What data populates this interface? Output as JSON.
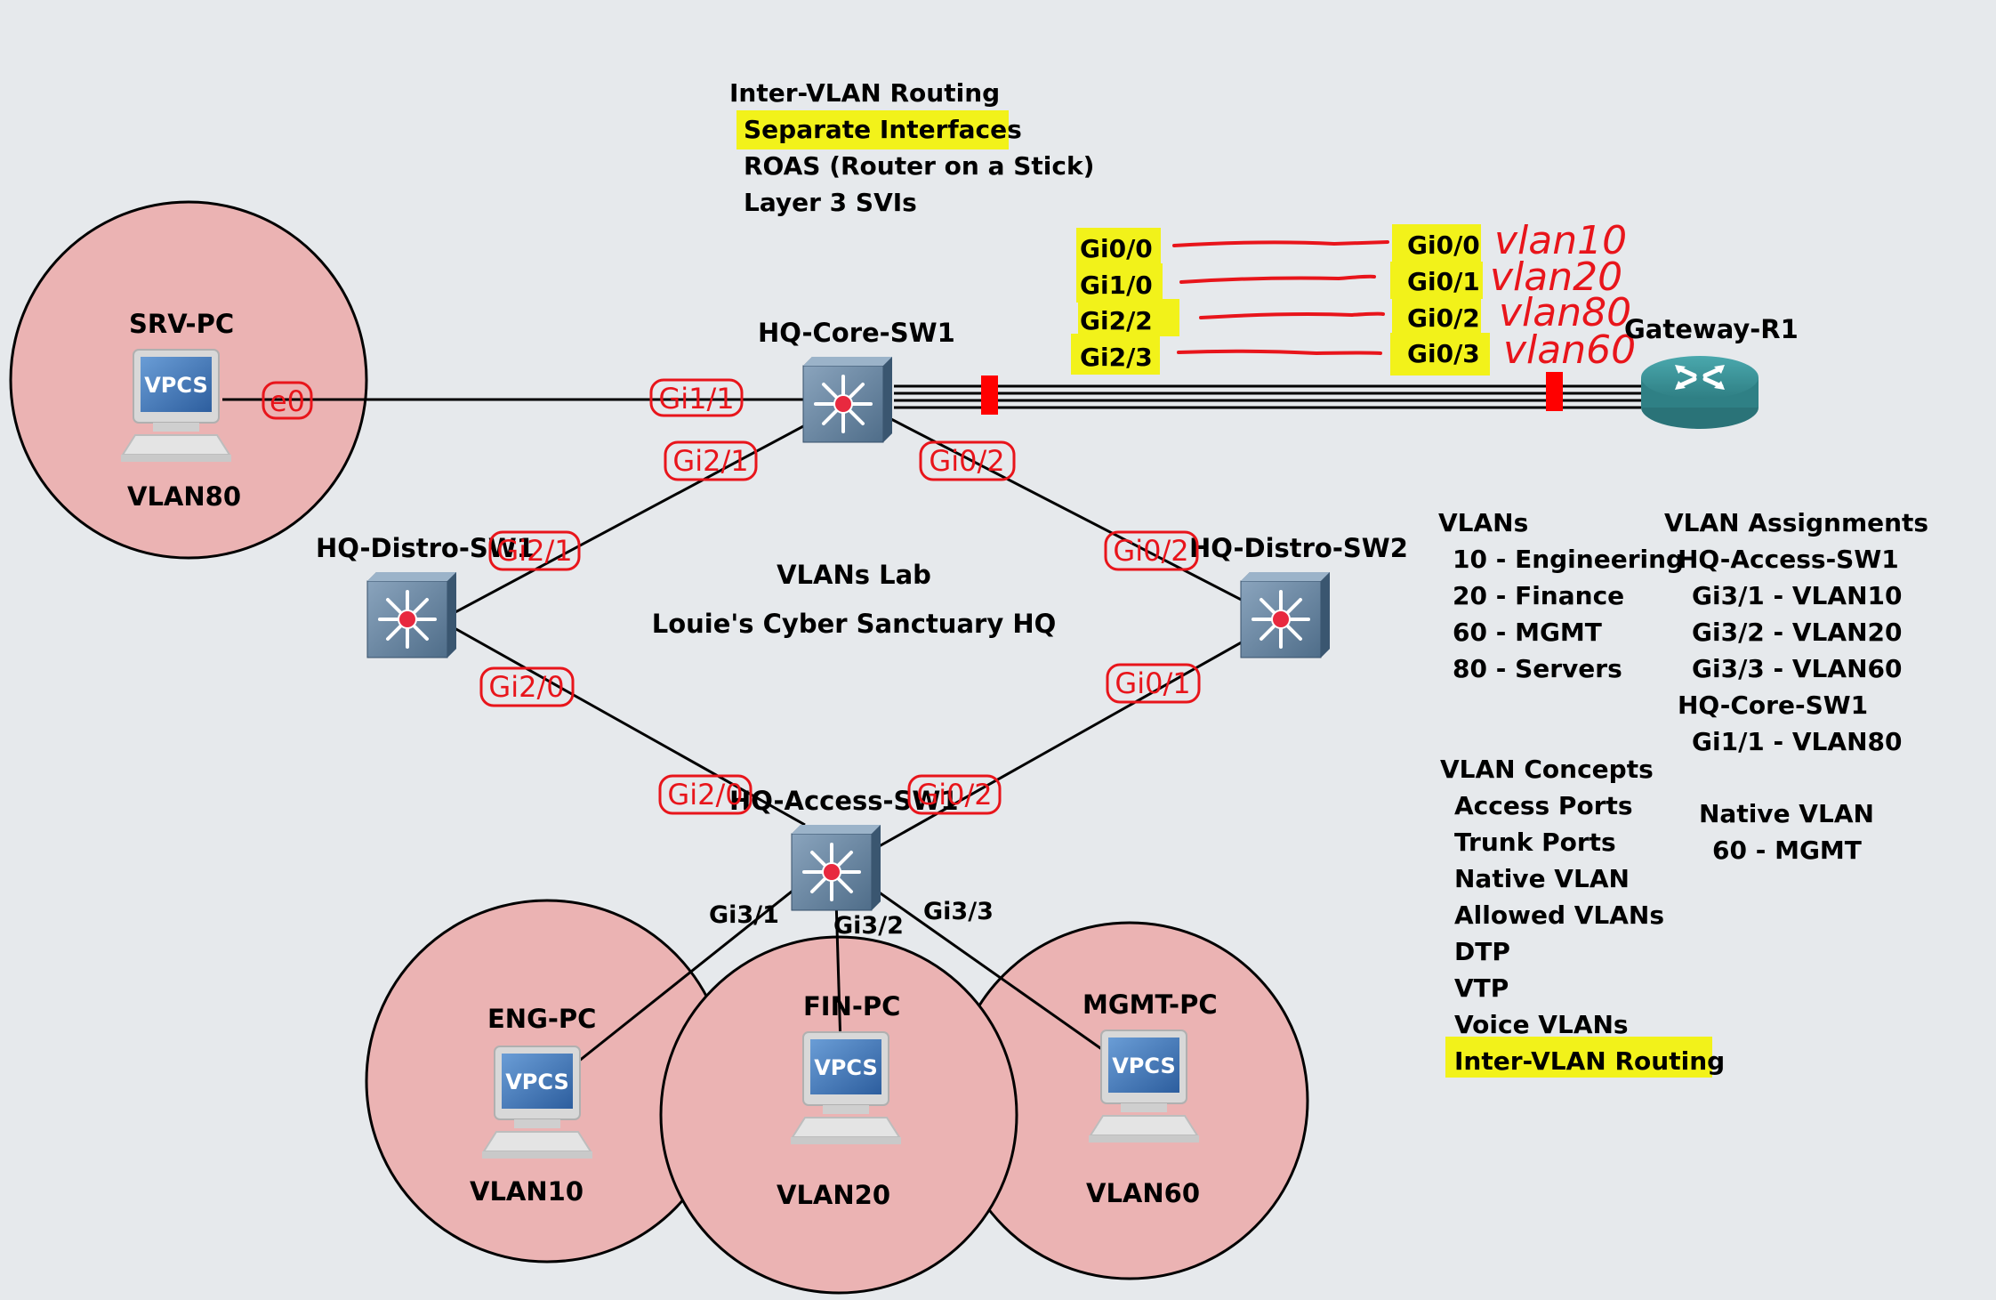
{
  "header": {
    "title": "Inter-VLAN Routing",
    "options": [
      "Separate Interfaces",
      "ROAS (Router on a Stick)",
      "Layer 3 SVIs"
    ],
    "highlighted_option_index": 0
  },
  "lab": {
    "title": "VLANs Lab",
    "subtitle": "Louie's Cyber Sanctuary HQ"
  },
  "devices": {
    "srv_pc": {
      "name": "SRV-PC",
      "vlan": "VLAN80",
      "badge": "VPCS"
    },
    "eng_pc": {
      "name": "ENG-PC",
      "vlan": "VLAN10",
      "badge": "VPCS"
    },
    "fin_pc": {
      "name": "FIN-PC",
      "vlan": "VLAN20",
      "badge": "VPCS"
    },
    "mgmt_pc": {
      "name": "MGMT-PC",
      "vlan": "VLAN60",
      "badge": "VPCS"
    },
    "core_sw": {
      "name": "HQ-Core-SW1"
    },
    "distro_sw1": {
      "name": "HQ-Distro-SW1"
    },
    "distro_sw2": {
      "name": "HQ-Distro-SW2"
    },
    "access_sw": {
      "name": "HQ-Access-SW1"
    },
    "router": {
      "name": "Gateway-R1"
    }
  },
  "ports": {
    "srv_e0": "e0",
    "core_gi1_1": "Gi1/1",
    "core_gi2_1": "Gi2/1",
    "core_gi0_2": "Gi0/2",
    "d1_gi2_1": "Gi2/1",
    "d1_gi2_0": "Gi2/0",
    "d2_gi0_2": "Gi0/2",
    "d2_gi0_1": "Gi0/1",
    "acc_gi2_0": "Gi2/0",
    "acc_gi0_2": "Gi0/2",
    "acc_gi3_1": "Gi3/1",
    "acc_gi3_2": "Gi3/2",
    "acc_gi3_3": "Gi3/3"
  },
  "router_links": [
    {
      "switch_port": "Gi0/0",
      "router_port": "Gi0/0",
      "note": "vlan10"
    },
    {
      "switch_port": "Gi1/0",
      "router_port": "Gi0/1",
      "note": "vlan20"
    },
    {
      "switch_port": "Gi2/2",
      "router_port": "Gi0/2",
      "note": "vlan80"
    },
    {
      "switch_port": "Gi2/3",
      "router_port": "Gi0/3",
      "note": "vlan60"
    }
  ],
  "vlans_panel": {
    "title": "VLANs",
    "items": [
      "10 - Engineering",
      "20 - Finance",
      "60 - MGMT",
      "80 - Servers"
    ]
  },
  "assignments_panel": {
    "title": "VLAN Assignments",
    "lines": [
      "HQ-Access-SW1",
      "Gi3/1 - VLAN10",
      "Gi3/2 - VLAN20",
      "Gi3/3 - VLAN60",
      "HQ-Core-SW1",
      "Gi1/1 - VLAN80"
    ]
  },
  "concepts_panel": {
    "title": "VLAN Concepts",
    "items": [
      "Access Ports",
      "Trunk Ports",
      "Native VLAN",
      "Allowed VLANs",
      "DTP",
      "VTP",
      "Voice VLANs",
      "Inter-VLAN Routing"
    ],
    "highlighted_index": 7
  },
  "native_panel": {
    "title": "Native VLAN",
    "value": "60 - MGMT"
  },
  "colors": {
    "background": "#e6e9ec",
    "vlan_circle": "#ebb3b3",
    "highlight": "#f2f21a",
    "port_label": "#e8151b",
    "annotation": "#e8151b",
    "switch": "#5f7f9c",
    "router": "#3f8f93"
  },
  "icons": {
    "pc": "pc-terminal-icon",
    "switch": "multilayer-switch-icon",
    "router": "router-icon"
  }
}
